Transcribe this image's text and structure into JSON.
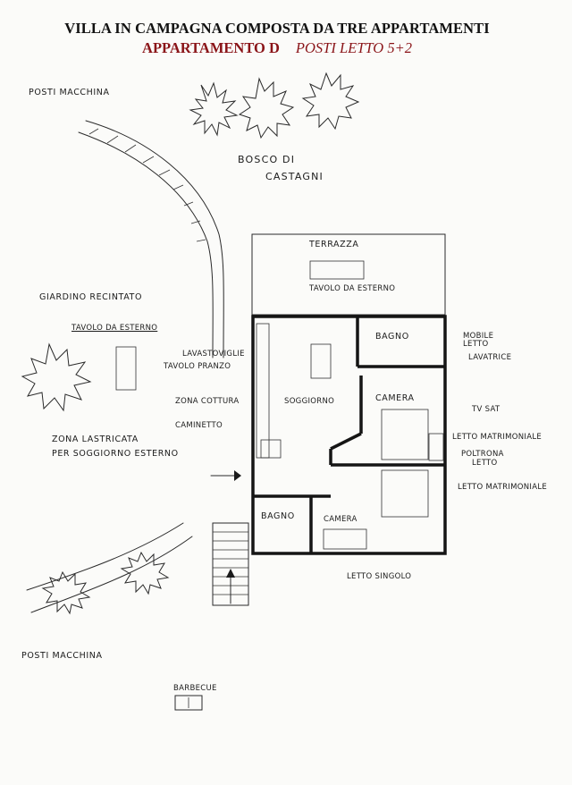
{
  "header": {
    "title": "VILLA IN CAMPAGNA COMPOSTA DA TRE APPARTAMENTI",
    "subtitle": "APPARTAMENTO D",
    "subtitle_note": "POSTI LETTO 5+2"
  },
  "labels": {
    "parking_top": "POSTI MACCHINA",
    "forest_line1": "BOSCO DI",
    "forest_line2": "CASTAGNI",
    "terrace": "TERRAZZA",
    "terrace_table": "TAVOLO DA ESTERNO",
    "garden": "GIARDINO RECINTATO",
    "garden_table": "TAVOLO DA ESTERNO",
    "dishwasher": "LAVASTOVIGLIE",
    "dining_table": "TAVOLO PRANZO",
    "kitchen": "ZONA COTTURA",
    "living": "SOGGIORNO",
    "fireplace": "CAMINETTO",
    "paved_line1": "ZONA LASTRICATA",
    "paved_line2": "PER SOGGIORNO ESTERNO",
    "bath_top": "BAGNO",
    "furniture_line1": "MOBILE",
    "furniture_line2": "LETTO",
    "washer": "LAVATRICE",
    "bedroom_top": "CAMERA",
    "tv": "TV SAT",
    "double_bed_top": "LETTO MATRIMONIALE",
    "armchair_line1": "POLTRONA",
    "armchair_line2": "LETTO",
    "double_bed_bottom": "LETTO MATRIMONIALE",
    "bath_bottom": "BAGNO",
    "bedroom_bottom": "CAMERA",
    "single_bed": "LETTO SINGOLO",
    "parking_bottom": "POSTI MACCHINA",
    "barbecue": "BARBECUE"
  }
}
